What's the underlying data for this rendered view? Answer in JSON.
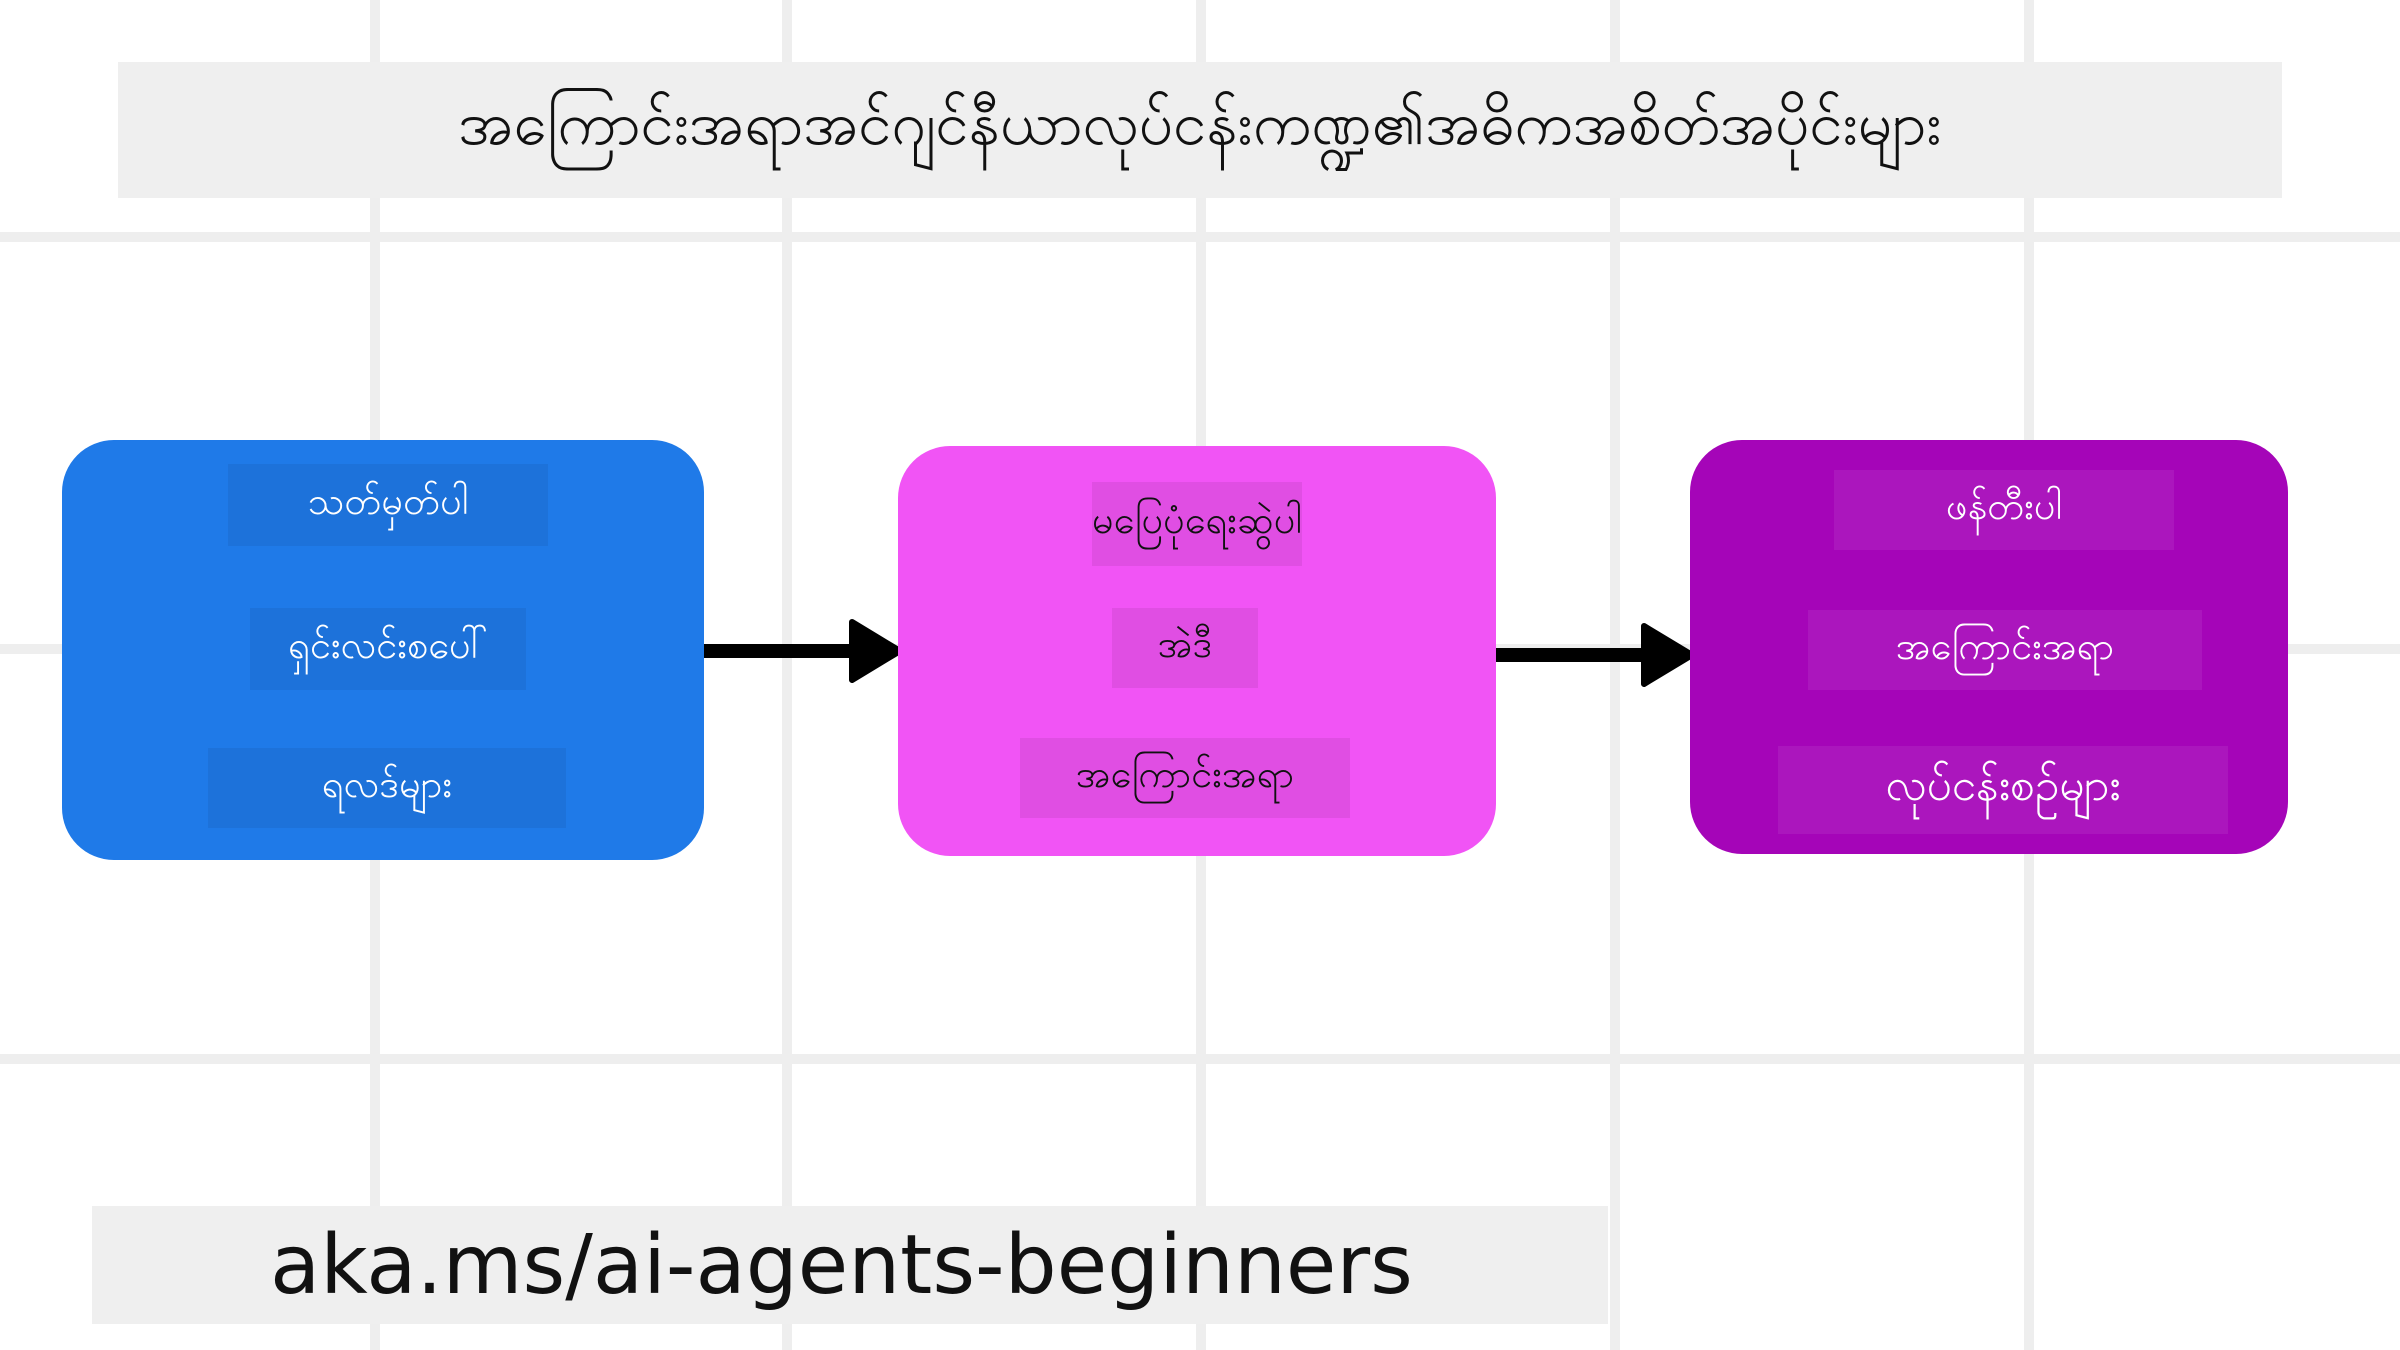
{
  "title": "အကြောင်းအရာအင်ဂျင်နီယာလုပ်ငန်းကဏ္ဍ၏အဓိကအစိတ်အပိုင်းများ",
  "colors": {
    "box_blue": "#1f7ae8",
    "box_pink": "#f154f5",
    "box_purple": "#a505b8",
    "arrow": "#000000",
    "grid": "#eeeeee"
  },
  "boxes": [
    {
      "items": [
        "သတ်မှတ်ပါ",
        "ရှင်းလင်းစပေါ်",
        "ရလဒ်များ"
      ]
    },
    {
      "items": [
        "မပြေပုံရေးဆွဲပါ",
        "အဲဒီ",
        "အကြောင်းအရာ"
      ]
    },
    {
      "items": [
        "ဖန်တီးပါ",
        "အကြောင်းအရာ",
        "လုပ်ငန်းစဉ်များ"
      ]
    }
  ],
  "url": "aka.ms/ai-agents-beginners"
}
